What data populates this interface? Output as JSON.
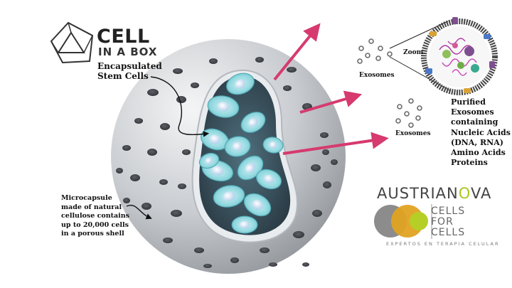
{
  "brand_cellinabox": {
    "word1": "CELL",
    "word2": "IN A BOX",
    "logo_icon": "cube-triangle-logo"
  },
  "captions": {
    "stem_line1": "Encapsulated",
    "stem_line2": "Stem Cells",
    "capsule_line1": "Microcapsule",
    "capsule_line2": "made of natural",
    "capsule_line3": "cellulose contains",
    "capsule_line4": "up to 20,000 cells",
    "capsule_line5": "in a porous shell",
    "exosomes_top": "Exosomes",
    "exosomes_bottom": "Exosomes",
    "zoom": "Zoom",
    "purified_line1": "Purified",
    "purified_line2": "Exosomes",
    "purified_line3": "containing",
    "purified_line4": "Nucleic Acids",
    "purified_line5": "(DNA, RNA)",
    "purified_line6": "Amino Acids",
    "purified_line7": "Proteins"
  },
  "brand_austrianova": {
    "name_part1": "AUSTRIAN",
    "name_accent": "O",
    "name_part2": "VA",
    "tag_line1": "CELLS",
    "tag_line2": "FOR",
    "tag_line3": "CELLS",
    "subline": "EXPERTOS EN TERAPIA CELULAR"
  },
  "colors": {
    "arrow": "#d63a6e",
    "capsule_shell": "#c4c8cd",
    "cell_fill": "#8fd6dd",
    "brand_accent": "#a8c820",
    "logo_gray": "#8c8c8c",
    "logo_gold": "#e0a322"
  }
}
